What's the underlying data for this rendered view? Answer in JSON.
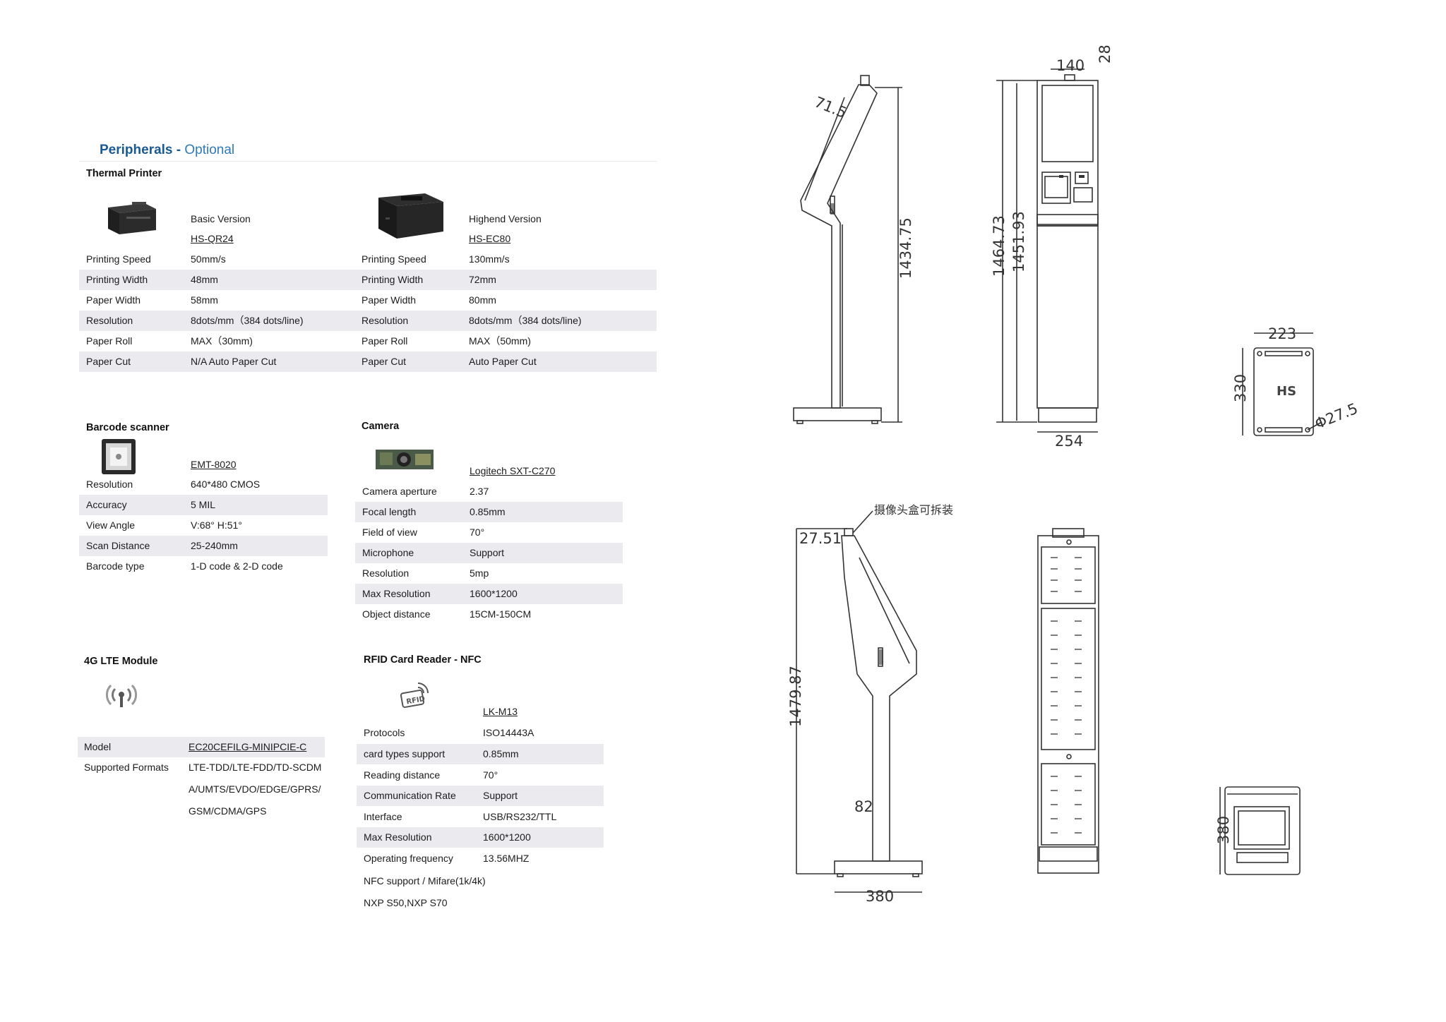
{
  "heading": {
    "bold": "Peripherals - ",
    "light": "Optional"
  },
  "printer": {
    "title": "Thermal Printer",
    "basic": {
      "version": "Basic Version",
      "model": "HS-QR24"
    },
    "high": {
      "version": "Highend Version",
      "model": "HS-EC80"
    },
    "rows": [
      {
        "label": "Printing Speed",
        "basic": "50mm/s",
        "high": "130mm/s"
      },
      {
        "label": "Printing Width",
        "basic": "48mm",
        "high": "72mm"
      },
      {
        "label": "Paper Width",
        "basic": "58mm",
        "high": "80mm"
      },
      {
        "label": "Resolution",
        "basic": "8dots/mm（384 dots/line)",
        "high": "8dots/mm（384 dots/line)"
      },
      {
        "label": "Paper Roll",
        "basic": "MAX（30mm)",
        "high": "MAX（50mm)"
      },
      {
        "label": "Paper Cut",
        "basic": "N/A Auto Paper Cut",
        "high": "Auto Paper Cut"
      }
    ]
  },
  "barcode": {
    "title": "Barcode scanner",
    "model": "EMT-8020",
    "rows": [
      {
        "label": "Resolution",
        "value": "640*480 CMOS"
      },
      {
        "label": "Accuracy",
        "value": "5 MIL"
      },
      {
        "label": "View Angle",
        "value": "V:68°  H:51°"
      },
      {
        "label": "Scan Distance",
        "value": "25-240mm"
      },
      {
        "label": "Barcode type",
        "value": "1-D code & 2-D code"
      }
    ]
  },
  "camera": {
    "title": "Camera",
    "model": "Logitech SXT-C270",
    "rows": [
      {
        "label": "Camera aperture",
        "value": "2.37"
      },
      {
        "label": "Focal length",
        "value": "0.85mm"
      },
      {
        "label": "Field of view",
        "value": "70°"
      },
      {
        "label": "Microphone",
        "value": "Support"
      },
      {
        "label": "Resolution",
        "value": "5mp"
      },
      {
        "label": "Max Resolution",
        "value": "1600*1200"
      },
      {
        "label": "Object distance",
        "value": "15CM-150CM"
      }
    ]
  },
  "lte": {
    "title": "4G LTE Module",
    "model_label": "Model",
    "model": "EC20CEFILG-MINIPCIE-C",
    "formats_label": "Supported Formats",
    "formats": [
      "LTE-TDD/LTE-FDD/TD-SCDM",
      "A/UMTS/EVDO/EDGE/GPRS/",
      "GSM/CDMA/GPS"
    ]
  },
  "rfid": {
    "title": "RFID Card Reader - NFC",
    "icon_text": "RFID",
    "model": "LK-M13",
    "rows": [
      {
        "label": "Protocols",
        "value": "ISO14443A"
      },
      {
        "label": "card types support",
        "value": "0.85mm"
      },
      {
        "label": "Reading distance",
        "value": "70°"
      },
      {
        "label": "Communication Rate",
        "value": "Support"
      },
      {
        "label": "Interface",
        "value": "USB/RS232/TTL"
      },
      {
        "label": "Max Resolution",
        "value": "1600*1200"
      },
      {
        "label": "Operating frequency",
        "value": "13.56MHZ"
      }
    ],
    "extra": [
      "NFC support / Mifare(1k/4k)",
      "NXP S50,NXP S70"
    ]
  },
  "drawings": {
    "d1": {
      "angle": "71.5",
      "height": "1434.75"
    },
    "d2": {
      "top_width": "140",
      "top_depth": "28",
      "h1": "1464.73",
      "h2": "1451.93",
      "base": "254"
    },
    "d3": {
      "width": "223",
      "height": "330",
      "hole": "Φ27.5",
      "logo": "HS"
    },
    "d4": {
      "note": "摄像头盒可拆装",
      "angle": "27.51",
      "height": "1479.87",
      "pole": "82",
      "base": "380"
    },
    "d6": {
      "height": "380"
    }
  }
}
